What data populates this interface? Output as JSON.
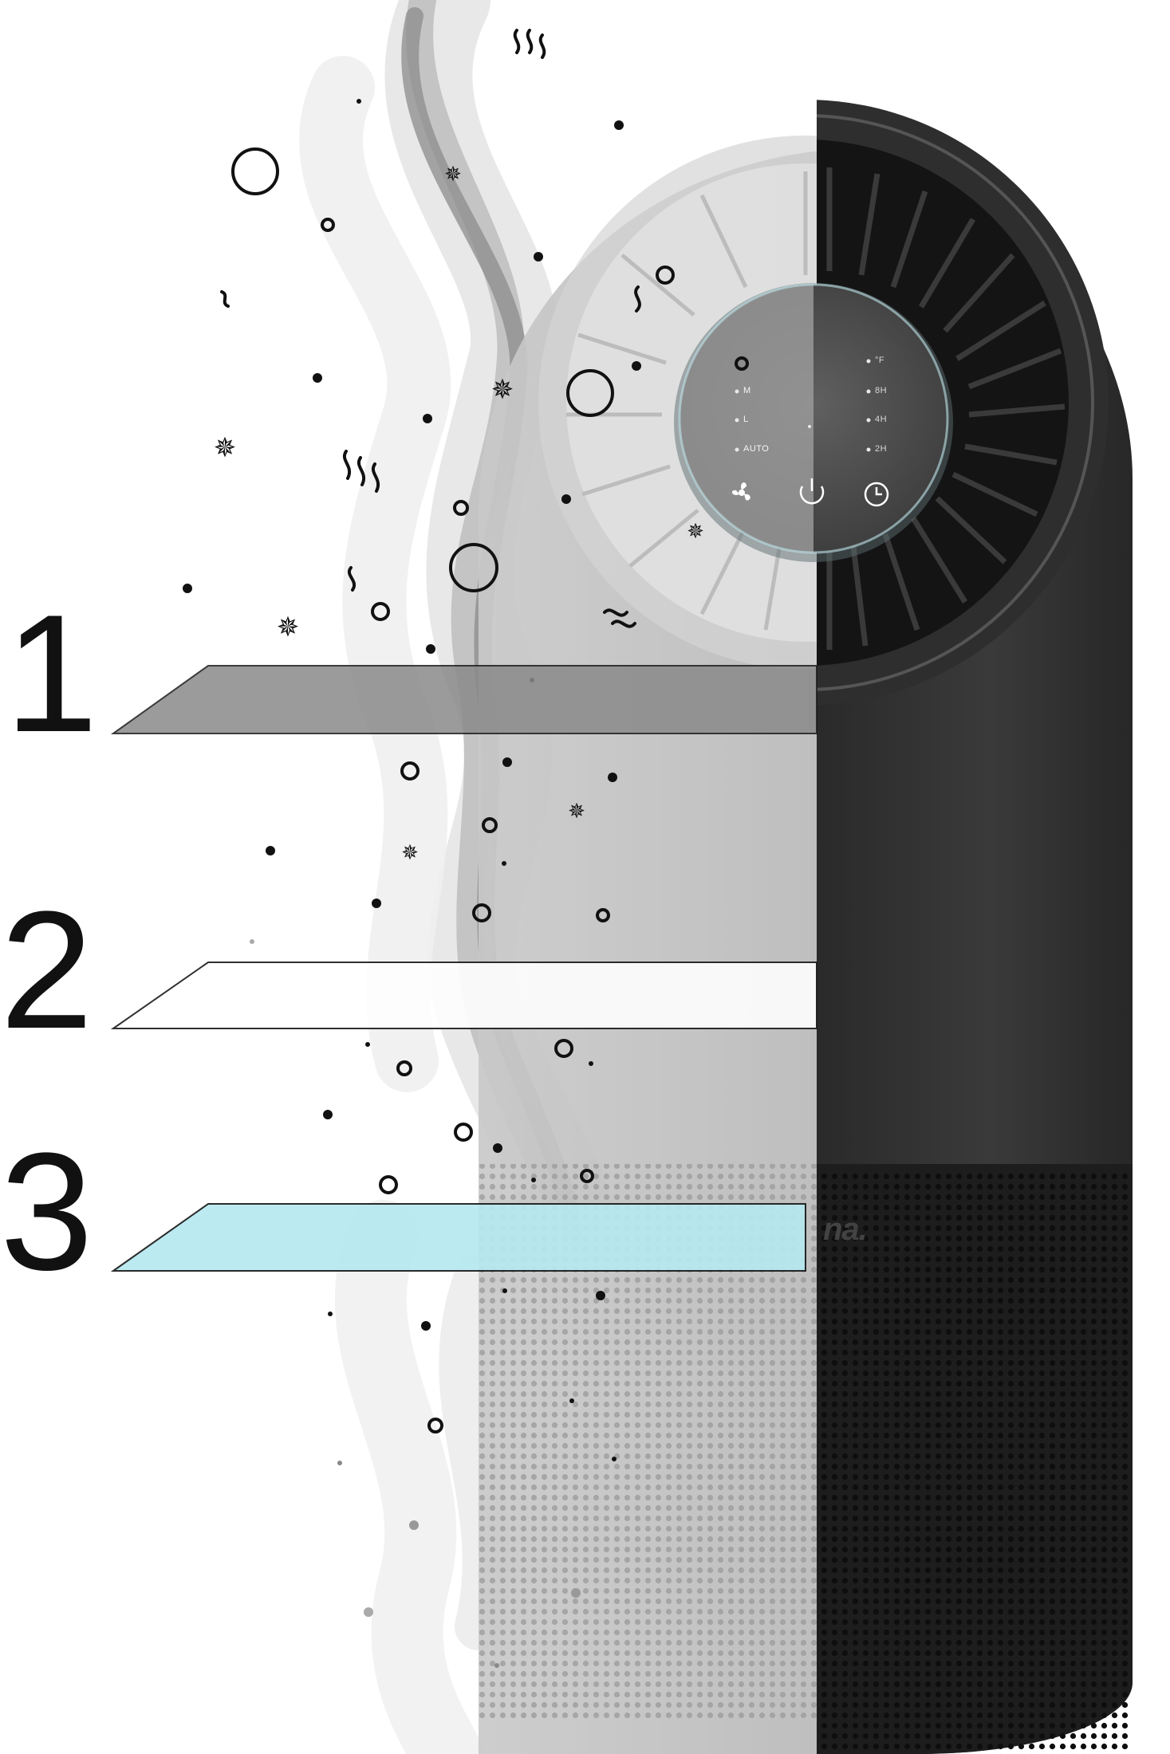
{
  "layers": [
    {
      "label": "1",
      "color": "#8a8a8a"
    },
    {
      "label": "2",
      "color": "#ffffff"
    },
    {
      "label": "3",
      "color": "#b6e9f0"
    }
  ],
  "control_panel": {
    "left_labels": [
      "M",
      "L",
      "AUTO"
    ],
    "right_labels": [
      "°F",
      "8H",
      "4H",
      "2H"
    ],
    "icons": [
      "fan-icon",
      "power-icon",
      "timer-icon"
    ]
  },
  "brand_text": "na."
}
